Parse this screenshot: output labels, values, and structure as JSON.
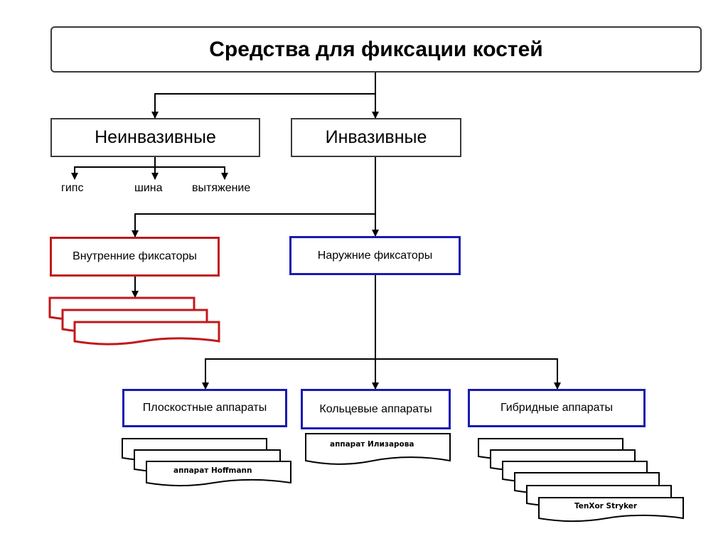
{
  "diagram": {
    "title": "Средства для фиксации костей",
    "categories": {
      "noninvasive": "Неинвазивные",
      "invasive": "Инвазивные"
    },
    "noninvasive_items": [
      "гипс",
      "шина",
      "вытяжение"
    ],
    "invasive_types": {
      "internal": "Внутренние фиксаторы",
      "external": "Наружние фиксаторы"
    },
    "external_types": {
      "planar": "Плоскостные аппараты",
      "ring": "Кольцевые аппараты",
      "hybrid": "Гибридные аппараты"
    },
    "devices": {
      "planar": "аппарат Hoffmann",
      "ring": "аппарат Илизарова",
      "hybrid": "TenXor Stryker"
    },
    "colors": {
      "default_border": "#3a3a3a",
      "internal_border": "#c0191b",
      "external_border": "#1a1ab0",
      "connector": "#000000"
    }
  }
}
